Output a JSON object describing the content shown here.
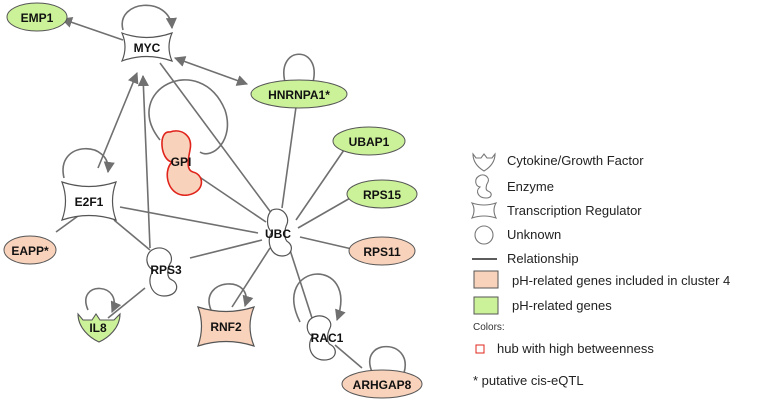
{
  "nodes": {
    "myc": "MYC",
    "emp1": "EMP1",
    "hnrnpa1": "HNRNPA1*",
    "gpi": "GPI",
    "ubap1": "UBAP1",
    "rps15": "RPS15",
    "e2f1": "E2F1",
    "ubc": "UBC",
    "eapp": "EAPP*",
    "rps11": "RPS11",
    "rps3": "RPS3",
    "il8": "IL8",
    "rnf2": "RNF2",
    "rac1": "RAC1",
    "arhgap8": "ARHGAP8"
  },
  "legend": {
    "cytokine": "Cytokine/Growth Factor",
    "enzyme": "Enzyme",
    "transcription": "Transcription Regulator",
    "unknown": "Unknown",
    "relationship": "Relationship",
    "cluster4": "pH-related genes included in cluster 4",
    "phgenes": "pH-related genes",
    "colors_heading": "Colors:",
    "hub": "hub with high betweenness",
    "footnote": "* putative cis-eQTL"
  },
  "colors": {
    "green_fill": "#ccf299",
    "salmon_fill": "#f9d2bb",
    "edge": "#707070",
    "hub_border": "#e0241b"
  },
  "icons": {
    "cytokine": "cytokine-glyph",
    "enzyme": "enzyme-glyph",
    "transcription": "transcription-regulator-glyph",
    "unknown": "unknown-circle-glyph"
  }
}
